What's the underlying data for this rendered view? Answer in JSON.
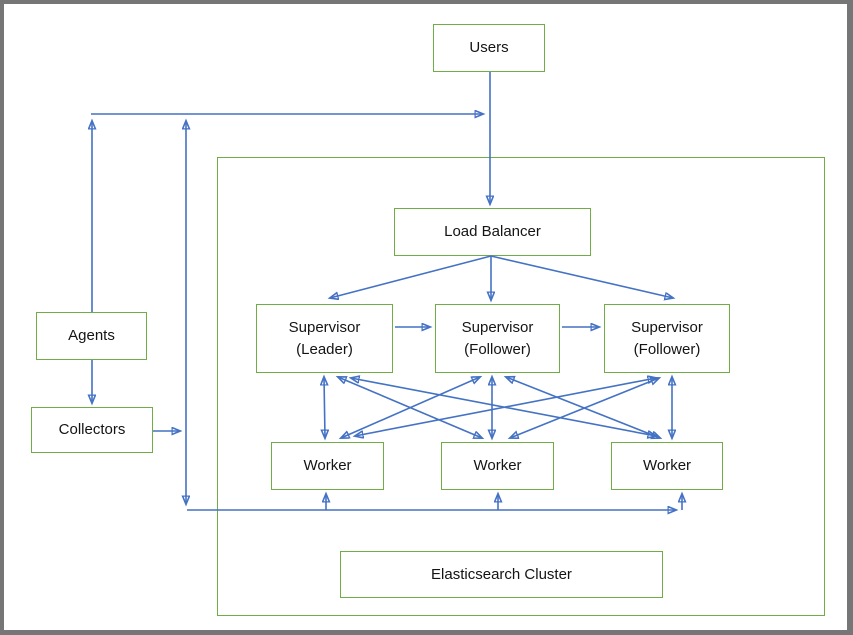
{
  "diagram": {
    "nodes": {
      "users": {
        "label": "Users"
      },
      "load_balancer": {
        "label": "Load Balancer"
      },
      "supervisor_leader": {
        "label": "Supervisor",
        "sublabel": "(Leader)"
      },
      "supervisor_follower1": {
        "label": "Supervisor",
        "sublabel": "(Follower)"
      },
      "supervisor_follower2": {
        "label": "Supervisor",
        "sublabel": "(Follower)"
      },
      "worker1": {
        "label": "Worker"
      },
      "worker2": {
        "label": "Worker"
      },
      "worker3": {
        "label": "Worker"
      },
      "agents": {
        "label": "Agents"
      },
      "collectors": {
        "label": "Collectors"
      },
      "elasticsearch": {
        "label": "Elasticsearch Cluster"
      }
    },
    "edges": [
      {
        "from": "users",
        "to": "load_balancer",
        "bidirectional": false
      },
      {
        "from": "top_return_line",
        "to": "users_junction",
        "bidirectional": false
      },
      {
        "from": "agents_column",
        "to": "top_return_line",
        "bidirectional": false
      },
      {
        "from": "collectors_column",
        "to": "top_return_line_and_worker_bus",
        "bidirectional": true
      },
      {
        "from": "agents",
        "to": "collectors",
        "bidirectional": false
      },
      {
        "from": "collectors",
        "to": "collectors_column",
        "bidirectional": false
      },
      {
        "from": "load_balancer",
        "to": "supervisor_leader",
        "bidirectional": false
      },
      {
        "from": "load_balancer",
        "to": "supervisor_follower1",
        "bidirectional": false
      },
      {
        "from": "load_balancer",
        "to": "supervisor_follower2",
        "bidirectional": false
      },
      {
        "from": "supervisor_leader",
        "to": "supervisor_follower1",
        "bidirectional": false
      },
      {
        "from": "supervisor_follower1",
        "to": "supervisor_follower2",
        "bidirectional": false
      },
      {
        "from": "supervisor_leader",
        "to": "worker1",
        "bidirectional": true
      },
      {
        "from": "supervisor_leader",
        "to": "worker2",
        "bidirectional": true
      },
      {
        "from": "supervisor_leader",
        "to": "worker3",
        "bidirectional": true
      },
      {
        "from": "supervisor_follower1",
        "to": "worker1",
        "bidirectional": true
      },
      {
        "from": "supervisor_follower1",
        "to": "worker2",
        "bidirectional": true
      },
      {
        "from": "supervisor_follower1",
        "to": "worker3",
        "bidirectional": true
      },
      {
        "from": "supervisor_follower2",
        "to": "worker1",
        "bidirectional": true
      },
      {
        "from": "supervisor_follower2",
        "to": "worker2",
        "bidirectional": true
      },
      {
        "from": "supervisor_follower2",
        "to": "worker3",
        "bidirectional": true
      },
      {
        "from": "worker_bus",
        "to": "worker1",
        "bidirectional": false
      },
      {
        "from": "worker_bus",
        "to": "worker2",
        "bidirectional": false
      },
      {
        "from": "worker_bus",
        "to": "worker3",
        "bidirectional": false
      }
    ],
    "colors": {
      "edge": "#4472C4",
      "node_border": "#70AD47",
      "frame": "#767676",
      "text": "#141414",
      "background": "#FFFFFF"
    }
  }
}
